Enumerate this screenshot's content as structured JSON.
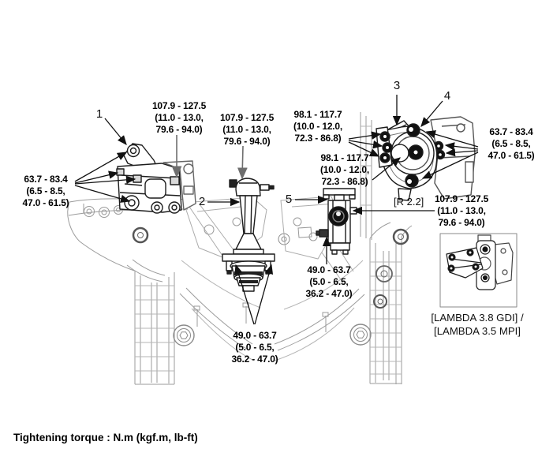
{
  "torque_specs": [
    {
      "id": "left-mount-to-body-bolt",
      "lines": [
        "107.9 - 127.5",
        "(11.0 - 13.0,",
        "79.6 - 94.0)"
      ]
    },
    {
      "id": "roll-rod-upper-bolt",
      "lines": [
        "107.9 - 127.5",
        "(11.0 - 13.0,",
        "79.6 - 94.0)"
      ]
    },
    {
      "id": "left-mount-bracket-bolts",
      "lines": [
        "63.7 - 83.4",
        "(6.5 - 8.5,",
        "47.0 - 61.5)"
      ]
    },
    {
      "id": "right-mount-upper-bolts",
      "lines": [
        "98.1 - 117.7",
        "(10.0 - 12.0,",
        "72.3 - 86.8)"
      ]
    },
    {
      "id": "right-mount-center-bolt",
      "lines": [
        "98.1 - 117.7",
        "(10.0 - 12.0,",
        "72.3 - 86.8)"
      ]
    },
    {
      "id": "right-mount-bracket-bolts",
      "lines": [
        "63.7 - 83.4",
        "(6.5 - 8.5,",
        "47.0 - 61.5)"
      ]
    },
    {
      "id": "support-bracket-bolt",
      "lines": [
        "107.9 - 127.5",
        "(11.0 - 13.0,",
        "79.6 - 94.0)"
      ]
    },
    {
      "id": "bracket-5-lower-bolt",
      "lines": [
        "49.0 - 63.7",
        "(5.0 - 6.5,",
        "36.2 - 47.0)"
      ]
    },
    {
      "id": "roll-rod-lower-bolts",
      "lines": [
        "49.0 - 63.7",
        "(5.0 - 6.5,",
        "36.2 - 47.0)"
      ]
    }
  ],
  "callouts": [
    {
      "label": "1"
    },
    {
      "label": "2"
    },
    {
      "label": "3"
    },
    {
      "label": "4"
    },
    {
      "label": "5"
    }
  ],
  "notes": {
    "reference": "[R 2.2]",
    "inset_caption_line1": "[LAMBDA 3.8 GDI] /",
    "inset_caption_line2": "[LAMBDA 3.5 MPI]",
    "footer": "Tightening torque : N.m (kgf.m, lb-ft)"
  }
}
